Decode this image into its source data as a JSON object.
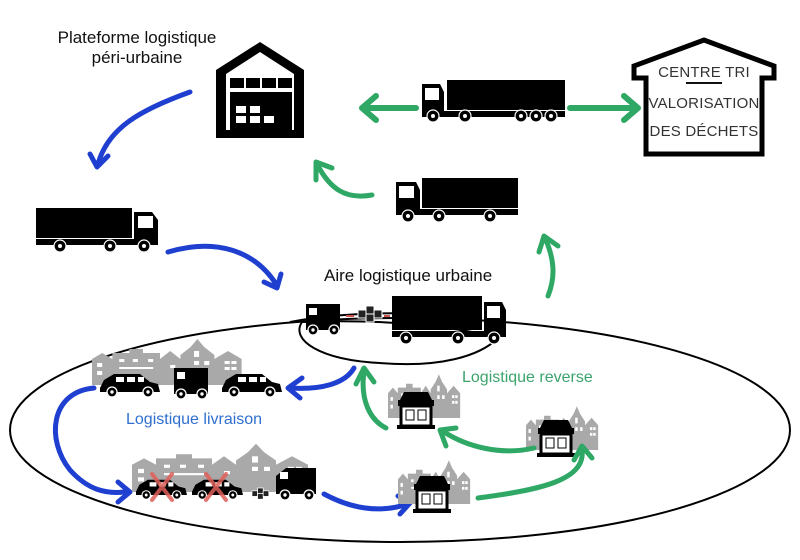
{
  "title": "Schéma logistique urbaine",
  "labels": {
    "platform_line1": "Plateforme logistique",
    "platform_line2": "péri-urbaine",
    "urban_area": "Aire logistique urbaine",
    "delivery": "Logistique livraison",
    "reverse": "Logistique reverse"
  },
  "centre_tri": {
    "line1": "CENTRE TRI",
    "line2": "VALORISATION",
    "line3": "DES DÉCHETS"
  },
  "colors": {
    "delivery_flow": "#1f3fd0",
    "reverse_flow": "#2fa866",
    "delivery_text": "#2f6fd0",
    "reverse_text": "#3aa46d",
    "icons": "#000000",
    "buildings": "#a9a9a9",
    "forbidden_cross": "#e0605a"
  },
  "icons": {
    "warehouse": "warehouse-icon",
    "truck": "truck-icon",
    "semi_truck": "semi-truck-icon",
    "van": "van-icon",
    "car": "car-icon",
    "shop": "shop-icon",
    "parcels": "parcels-icon",
    "city": "city-skyline-icon",
    "recycling_centre": "recycling-centre-icon"
  }
}
